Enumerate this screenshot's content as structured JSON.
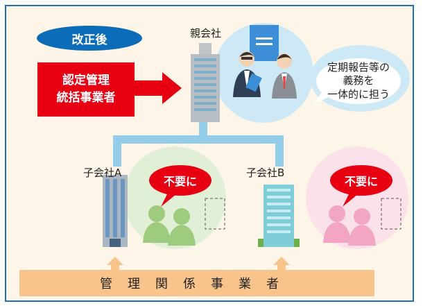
{
  "badge_after": "改正後",
  "parent": {
    "label": "親会社",
    "bubble_lines": [
      "定期報告等の",
      "義務を",
      "一体的に担う"
    ]
  },
  "certified_box": {
    "lines": [
      "認定管理",
      "統括事業者"
    ]
  },
  "subsidiary_a": {
    "label": "子会社A",
    "callout": "不要に"
  },
  "subsidiary_b": {
    "label": "子会社B",
    "callout": "不要に"
  },
  "bottom_label": "管理関係事業者",
  "colors": {
    "frame_border": "#1f6fb6",
    "frame_bg": "#fdf6e8",
    "badge": "#0d6cb7",
    "red": "#e60012",
    "connector": "#93cde9",
    "bottom_bar": "#f8c48b",
    "green_circle": "#e1efd7",
    "pink_circle": "#fbe1e9",
    "blue_circle": "#cde9f6"
  }
}
